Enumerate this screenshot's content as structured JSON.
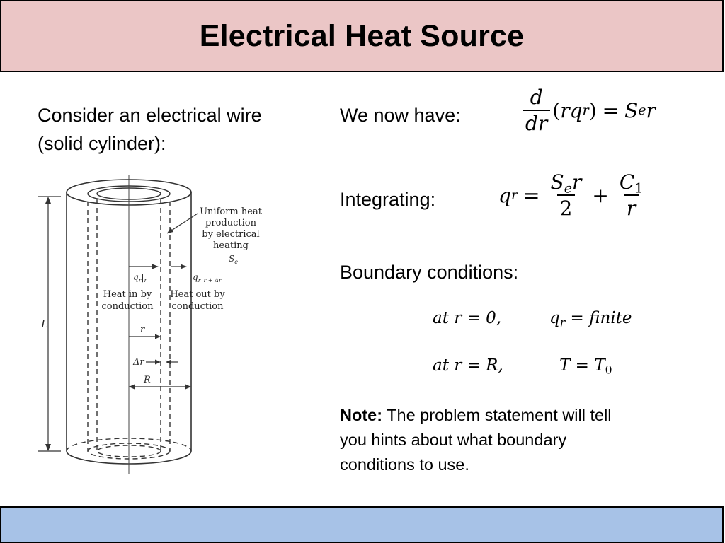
{
  "title": "Electrical Heat Source",
  "intro": {
    "line1": "Consider an electrical wire",
    "line2": "(solid cylinder):"
  },
  "diagram": {
    "label_uniform_1": "Uniform heat",
    "label_uniform_2": "production",
    "label_uniform_3": "by electrical",
    "label_uniform_4": "heating",
    "label_se": "S",
    "label_se_sub": "e",
    "label_qr_in": "q",
    "label_qr_in_sub": "r",
    "label_qr_in_eval": "r",
    "label_qr_out": "q",
    "label_qr_out_sub": "r",
    "label_qr_out_eval": "r + Δr",
    "heat_in_1": "Heat in by",
    "heat_in_2": "conduction",
    "heat_out_1": "Heat out by",
    "heat_out_2": "conduction",
    "label_L": "L",
    "label_r": "r",
    "label_dr": "Δr",
    "label_R": "R"
  },
  "eq1": {
    "label": "We now have:",
    "num": "d",
    "den": "dr",
    "lhs_open": "(",
    "lhs_r": "r",
    "lhs_q": "q",
    "lhs_q_sub": "r",
    "lhs_close": ")",
    "equals": "=",
    "rhs_s": "S",
    "rhs_s_sub": "e",
    "rhs_r": "r"
  },
  "eq2": {
    "label": "Integrating:",
    "lhs_q": "q",
    "lhs_q_sub": "r",
    "equals": "=",
    "f1_num_s": "S",
    "f1_num_sub": "e",
    "f1_num_r": "r",
    "f1_den": "2",
    "plus": "+",
    "f2_num_c": "C",
    "f2_num_sub": "1",
    "f2_den": "r"
  },
  "bc": {
    "heading": "Boundary conditions:",
    "row1_left": "at r = 0,",
    "row1_right_q": "q",
    "row1_right_sub": "r",
    "row1_right_rest": " = finite",
    "row2_left": "at r = R,",
    "row2_right_t": "T = T",
    "row2_right_sub": "0"
  },
  "note": {
    "bold": "Note:",
    "text": " The problem statement will tell you hints about what boundary conditions to use."
  }
}
